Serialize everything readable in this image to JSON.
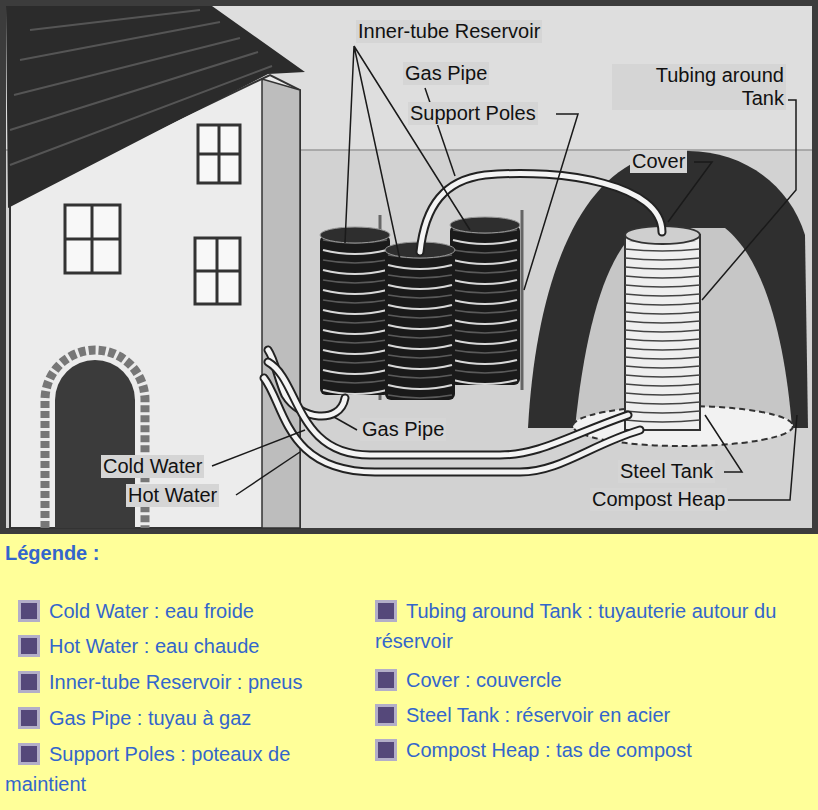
{
  "diagram": {
    "labels": [
      "Inner-tube Reservoir",
      "Gas Pipe",
      "Support Poles",
      "Tubing around Tank",
      "Cover",
      "Gas Pipe",
      "Cold Water",
      "Hot Water",
      "Steel Tank",
      "Compost Heap",
      "Légende :"
    ],
    "legend": [
      {
        "text": "Cold Water : eau froide",
        "color": "#55487a"
      },
      {
        "text": "Hot Water : eau chaude",
        "color": "#55487a"
      },
      {
        "text": "Inner-tube Reservoir : pneus",
        "color": "#55487a"
      },
      {
        "text": "Gas Pipe : tuyau à gaz",
        "color": "#55487a"
      },
      {
        "text": "Support Poles : poteaux de maintient",
        "color": "#55487a"
      },
      {
        "text": "Tubing around Tank : tuyauterie autour du réservoir",
        "color": "#55487a"
      },
      {
        "text": "Cover : couvercle",
        "color": "#55487a"
      },
      {
        "text": "Steel Tank : réservoir en acier",
        "color": "#55487a"
      },
      {
        "text": "Compost Heap : tas de compost",
        "color": "#55487a"
      }
    ]
  }
}
